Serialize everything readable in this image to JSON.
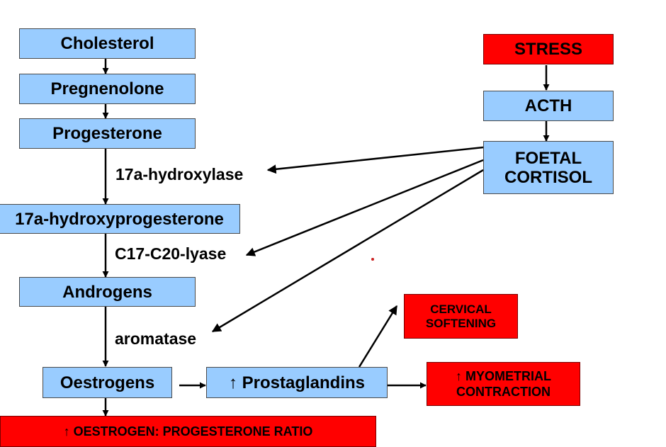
{
  "nodes": {
    "cholesterol": "Cholesterol",
    "pregnenolone": "Pregnenolone",
    "progesterone": "Progesterone",
    "hydroxyprogesterone": "17a-hydroxyprogesterone",
    "androgens": "Androgens",
    "oestrogens": "Oestrogens",
    "prostaglandins": "↑ Prostaglandins",
    "ratio": "↑ OESTROGEN: PROGESTERONE RATIO",
    "stress": "STRESS",
    "acth": "ACTH",
    "foetal_cortisol_line1": "FOETAL",
    "foetal_cortisol_line2": "CORTISOL",
    "cervical_line1": "CERVICAL",
    "cervical_line2": "SOFTENING",
    "myometrial_line1": "↑ MYOMETRIAL",
    "myometrial_line2": "CONTRACTION"
  },
  "enzymes": {
    "hydroxylase": "17a-hydroxylase",
    "lyase": "C17-C20-lyase",
    "aromatase": "aromatase"
  },
  "colors": {
    "blue_box": "#99ccff",
    "red_box": "#ff0000",
    "arrow": "#000000"
  }
}
